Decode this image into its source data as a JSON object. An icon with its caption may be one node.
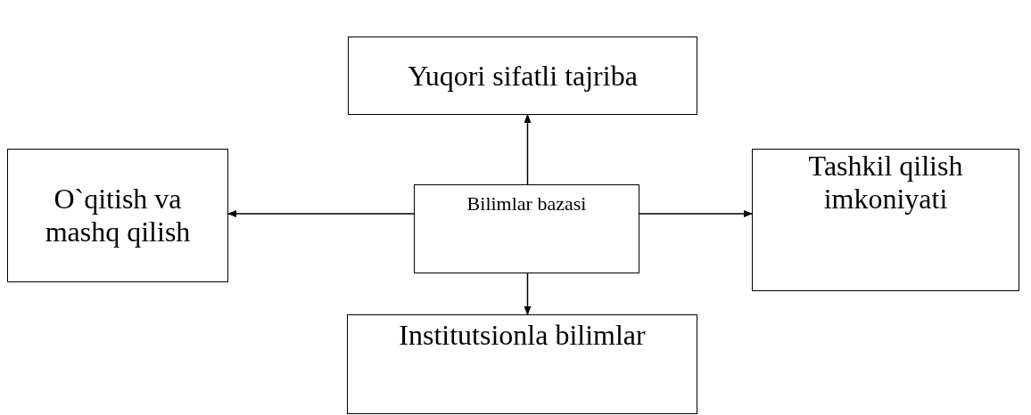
{
  "diagram": {
    "nodes": [
      {
        "text": [
          "Yuqori sifatli tajriba"
        ]
      },
      {
        "text": [
          "O`qitish va mashq qilish"
        ]
      },
      {
        "text": [
          "Bilimlar bazasi"
        ]
      },
      {
        "text": [
          "Tashkil qilish imkoniyati"
        ]
      },
      {
        "text": [
          "Institutsionla bilimlar"
        ]
      }
    ],
    "edges": [
      {
        "from": 2,
        "to": 0,
        "arrow": "to"
      },
      {
        "from": 2,
        "to": 1,
        "arrow": "to"
      },
      {
        "from": 2,
        "to": 3,
        "arrow": "to"
      },
      {
        "from": 2,
        "to": 4,
        "arrow": "to"
      }
    ]
  }
}
